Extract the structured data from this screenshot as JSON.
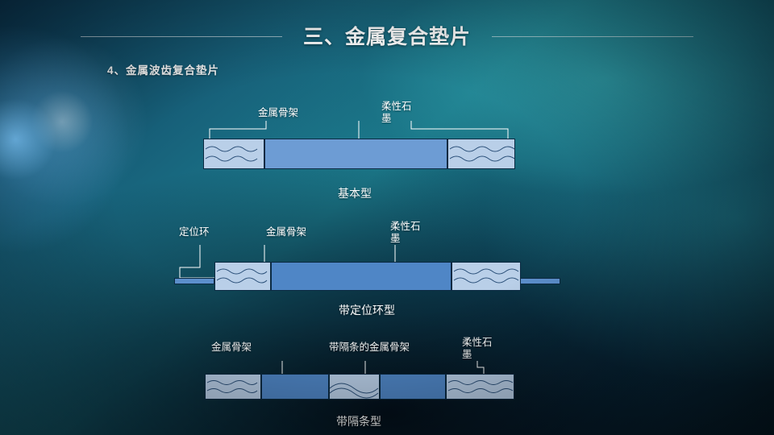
{
  "slide": {
    "title": "三、金属复合垫片",
    "subtitle": "4、金属波齿复合垫片",
    "accent_color": "#ffffff",
    "background_colors": [
      "#0b3550",
      "#1d7f90",
      "#04151f"
    ],
    "part_colors": {
      "outline": "#0b2a42",
      "light_fill": "#b9cfe8",
      "mid_fill": "#6d9cd4",
      "dark_fill": "#4f86c6"
    }
  },
  "diagrams": [
    {
      "id": "basic-type",
      "caption": "基本型",
      "labels": [
        {
          "key": "metal_frame",
          "text": "金属骨架"
        },
        {
          "key": "flexible_graphite",
          "text": "柔性石\n墨"
        }
      ]
    },
    {
      "id": "locating-ring-type",
      "caption": "带定位环型",
      "labels": [
        {
          "key": "locating_ring",
          "text": "定位环"
        },
        {
          "key": "metal_frame",
          "text": "金属骨架"
        },
        {
          "key": "flexible_graphite",
          "text": "柔性石\n墨"
        }
      ]
    },
    {
      "id": "spacer-bar-type",
      "caption": "带隔条型",
      "labels": [
        {
          "key": "metal_frame",
          "text": "金属骨架"
        },
        {
          "key": "metal_frame_with_spacer",
          "text": "带隔条的金属骨架"
        },
        {
          "key": "flexible_graphite",
          "text": "柔性石\n墨"
        }
      ]
    }
  ]
}
